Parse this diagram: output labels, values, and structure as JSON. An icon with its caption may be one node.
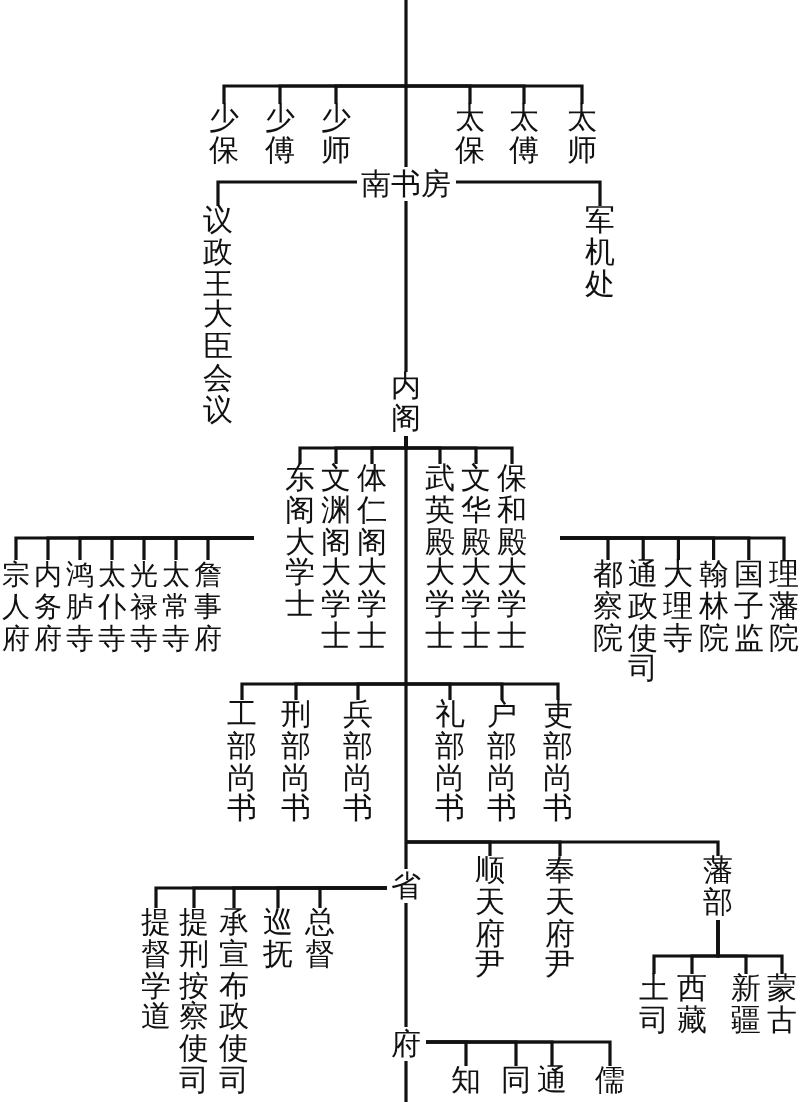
{
  "diagram": {
    "nodes": [
      {
        "text": [
          "少保"
        ]
      },
      {
        "text": [
          "少傅"
        ]
      },
      {
        "text": [
          "少师"
        ]
      },
      {
        "text": [
          "太保"
        ]
      },
      {
        "text": [
          "太傅"
        ]
      },
      {
        "text": [
          "太师"
        ]
      },
      {
        "text": [
          "南书房"
        ]
      },
      {
        "text": [
          "议政王大臣会议"
        ]
      },
      {
        "text": [
          "军机处"
        ]
      },
      {
        "text": [
          "内阁"
        ]
      },
      {
        "text": [
          "东阁大学士"
        ]
      },
      {
        "text": [
          "文渊阁大学士"
        ]
      },
      {
        "text": [
          "体仁阁大学士"
        ]
      },
      {
        "text": [
          "武英殿大学士"
        ]
      },
      {
        "text": [
          "文华殿大学士"
        ]
      },
      {
        "text": [
          "保和殿大学士"
        ]
      },
      {
        "text": [
          "宗人府"
        ]
      },
      {
        "text": [
          "内务府"
        ]
      },
      {
        "text": [
          "鸿胪寺"
        ]
      },
      {
        "text": [
          "太仆寺"
        ]
      },
      {
        "text": [
          "光禄寺"
        ]
      },
      {
        "text": [
          "太常寺"
        ]
      },
      {
        "text": [
          "詹事府"
        ]
      },
      {
        "text": [
          "都察院"
        ]
      },
      {
        "text": [
          "通政使司"
        ]
      },
      {
        "text": [
          "大理寺"
        ]
      },
      {
        "text": [
          "翰林院"
        ]
      },
      {
        "text": [
          "国子监"
        ]
      },
      {
        "text": [
          "理藩院"
        ]
      },
      {
        "text": [
          "工部尚书"
        ]
      },
      {
        "text": [
          "刑部尚书"
        ]
      },
      {
        "text": [
          "兵部尚书"
        ]
      },
      {
        "text": [
          "礼部尚书"
        ]
      },
      {
        "text": [
          "户部尚书"
        ]
      },
      {
        "text": [
          "吏部尚书"
        ]
      },
      {
        "text": [
          "省"
        ]
      },
      {
        "text": [
          "顺天府尹"
        ]
      },
      {
        "text": [
          "奉天府尹"
        ]
      },
      {
        "text": [
          "藩部"
        ]
      },
      {
        "text": [
          "提督学道"
        ]
      },
      {
        "text": [
          "提刑按察使司"
        ]
      },
      {
        "text": [
          "承宣布政使司"
        ]
      },
      {
        "text": [
          "巡抚"
        ]
      },
      {
        "text": [
          "总督"
        ]
      },
      {
        "text": [
          "土司"
        ]
      },
      {
        "text": [
          "西藏"
        ]
      },
      {
        "text": [
          "新疆"
        ]
      },
      {
        "text": [
          "蒙古"
        ]
      },
      {
        "text": [
          "府"
        ]
      },
      {
        "text": [
          "知"
        ]
      },
      {
        "text": [
          "同"
        ]
      },
      {
        "text": [
          "通"
        ]
      },
      {
        "text": [
          "儒"
        ]
      }
    ],
    "edges": [
      {
        "from": null,
        "to": 0,
        "arrow": "none"
      },
      {
        "from": null,
        "to": 1,
        "arrow": "none"
      },
      {
        "from": null,
        "to": 2,
        "arrow": "none"
      },
      {
        "from": null,
        "to": 3,
        "arrow": "none"
      },
      {
        "from": null,
        "to": 4,
        "arrow": "none"
      },
      {
        "from": null,
        "to": 5,
        "arrow": "none"
      },
      {
        "from": null,
        "to": 6,
        "arrow": "none"
      },
      {
        "from": 6,
        "to": 7,
        "arrow": "none"
      },
      {
        "from": 6,
        "to": 8,
        "arrow": "none"
      },
      {
        "from": 6,
        "to": 9,
        "arrow": "none"
      },
      {
        "from": 9,
        "to": 10,
        "arrow": "none"
      },
      {
        "from": 9,
        "to": 11,
        "arrow": "none"
      },
      {
        "from": 9,
        "to": 12,
        "arrow": "none"
      },
      {
        "from": 9,
        "to": 13,
        "arrow": "none"
      },
      {
        "from": 9,
        "to": 14,
        "arrow": "none"
      },
      {
        "from": 9,
        "to": 15,
        "arrow": "none"
      },
      {
        "from": null,
        "to": 16,
        "arrow": "none"
      },
      {
        "from": null,
        "to": 17,
        "arrow": "none"
      },
      {
        "from": null,
        "to": 18,
        "arrow": "none"
      },
      {
        "from": null,
        "to": 19,
        "arrow": "none"
      },
      {
        "from": null,
        "to": 20,
        "arrow": "none"
      },
      {
        "from": null,
        "to": 21,
        "arrow": "none"
      },
      {
        "from": null,
        "to": 22,
        "arrow": "none"
      },
      {
        "from": null,
        "to": 23,
        "arrow": "none"
      },
      {
        "from": null,
        "to": 24,
        "arrow": "none"
      },
      {
        "from": null,
        "to": 25,
        "arrow": "none"
      },
      {
        "from": null,
        "to": 26,
        "arrow": "none"
      },
      {
        "from": null,
        "to": 27,
        "arrow": "none"
      },
      {
        "from": null,
        "to": 28,
        "arrow": "none"
      },
      {
        "from": null,
        "to": 29,
        "arrow": "none"
      },
      {
        "from": null,
        "to": 30,
        "arrow": "none"
      },
      {
        "from": null,
        "to": 31,
        "arrow": "none"
      },
      {
        "from": null,
        "to": 32,
        "arrow": "none"
      },
      {
        "from": null,
        "to": 33,
        "arrow": "none"
      },
      {
        "from": null,
        "to": 34,
        "arrow": "none"
      },
      {
        "from": 9,
        "to": 35,
        "arrow": "none"
      },
      {
        "from": null,
        "to": 36,
        "arrow": "none"
      },
      {
        "from": null,
        "to": 37,
        "arrow": "none"
      },
      {
        "from": null,
        "to": 38,
        "arrow": "none"
      },
      {
        "from": 35,
        "to": 39,
        "arrow": "none"
      },
      {
        "from": 35,
        "to": 40,
        "arrow": "none"
      },
      {
        "from": 35,
        "to": 41,
        "arrow": "none"
      },
      {
        "from": 35,
        "to": 42,
        "arrow": "none"
      },
      {
        "from": 35,
        "to": 43,
        "arrow": "none"
      },
      {
        "from": 38,
        "to": 44,
        "arrow": "none"
      },
      {
        "from": 38,
        "to": 45,
        "arrow": "none"
      },
      {
        "from": 38,
        "to": 46,
        "arrow": "none"
      },
      {
        "from": 38,
        "to": 47,
        "arrow": "none"
      },
      {
        "from": 35,
        "to": 48,
        "arrow": "none"
      },
      {
        "from": 48,
        "to": 49,
        "arrow": "none"
      },
      {
        "from": 48,
        "to": 50,
        "arrow": "none"
      },
      {
        "from": 48,
        "to": 51,
        "arrow": "none"
      },
      {
        "from": 48,
        "to": 52,
        "arrow": "none"
      },
      {
        "from": 48,
        "to": null,
        "arrow": "none"
      }
    ]
  }
}
